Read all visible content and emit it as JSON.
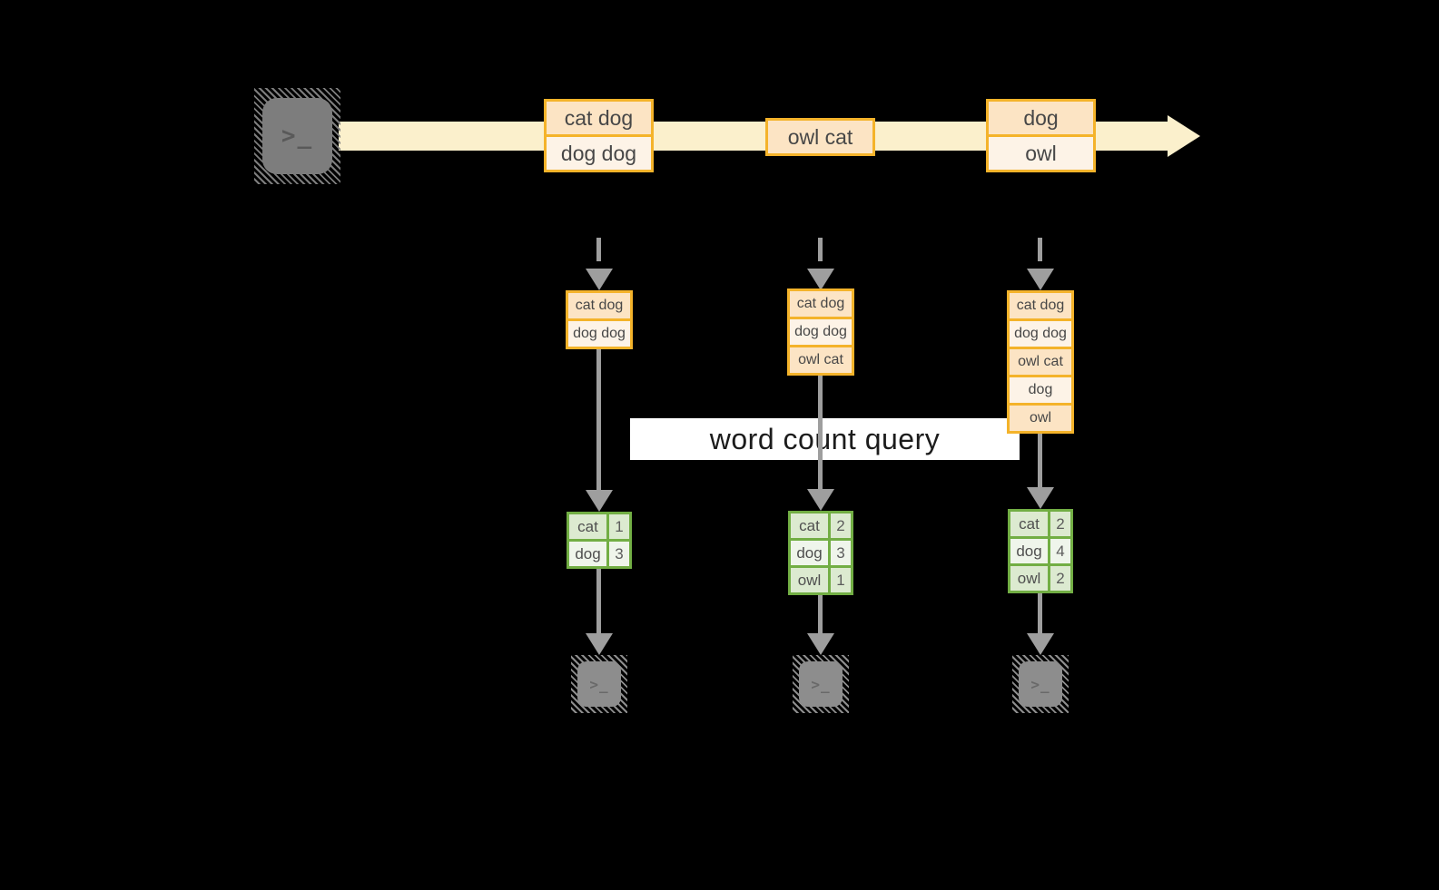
{
  "diagram": {
    "title_hidden": "",
    "banner": {
      "label": "word count query"
    },
    "timeline": {
      "events": [
        {
          "lines": [
            "cat dog",
            "dog dog"
          ]
        },
        {
          "lines": [
            "owl cat"
          ]
        },
        {
          "lines": [
            "dog",
            "owl"
          ]
        }
      ]
    },
    "columns": [
      {
        "buffer": [
          "cat dog",
          "dog dog"
        ],
        "counts": [
          {
            "word": "cat",
            "count": "1"
          },
          {
            "word": "dog",
            "count": "3"
          }
        ]
      },
      {
        "buffer": [
          "cat dog",
          "dog dog",
          "owl cat"
        ],
        "counts": [
          {
            "word": "cat",
            "count": "2"
          },
          {
            "word": "dog",
            "count": "3"
          },
          {
            "word": "owl",
            "count": "1"
          }
        ]
      },
      {
        "buffer": [
          "cat dog",
          "dog dog",
          "owl cat",
          "dog",
          "owl"
        ],
        "counts": [
          {
            "word": "cat",
            "count": "2"
          },
          {
            "word": "dog",
            "count": "4"
          },
          {
            "word": "owl",
            "count": "2"
          }
        ]
      }
    ],
    "icons": {
      "source": "terminal-icon",
      "sinks": [
        "terminal-icon",
        "terminal-icon",
        "terminal-icon"
      ],
      "timeline_arrow": "arrow-right-icon",
      "flow_arrow": "arrow-down-icon",
      "prompt_glyph": ">_"
    },
    "colors": {
      "background": "#000000",
      "cream_band": "#fbf0cc",
      "amber_border": "#f4b32a",
      "peach_dark": "#fce4c4",
      "peach_light": "#fdf3e7",
      "green_border": "#72ae44",
      "green_dark": "#dcead0",
      "green_light": "#eff5eb",
      "arrow_gray": "#9e9e9e",
      "terminal_gray": "#7d7d7d",
      "sink_gray": "#8d8d8d",
      "banner_bg": "#ffffff",
      "banner_text": "#1c1c1c",
      "cell_text": "#474747"
    }
  }
}
